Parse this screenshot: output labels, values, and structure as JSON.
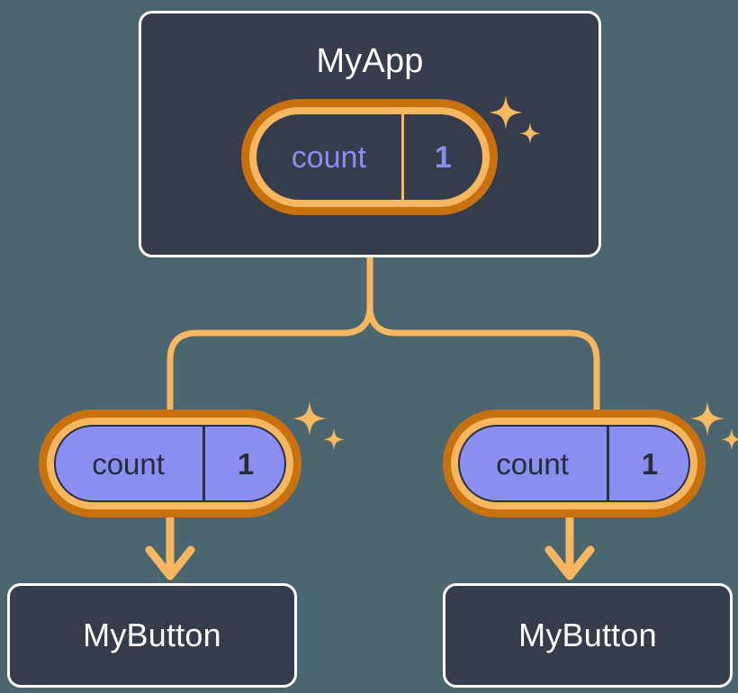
{
  "diagram": {
    "title_text": "MyApp",
    "background_color": "#4c6670",
    "accent_orange": "#f6b760",
    "accent_orange_dark": "#c9700f",
    "accent_purple": "#8b8df0",
    "card_fill": "#353c4b",
    "card_border": "#ffffff",
    "text_dark": "#262b38"
  },
  "parent": {
    "card_label": "MyApp",
    "state": {
      "key": "count",
      "value": "1"
    },
    "sparkle_name": "sparkle-icon"
  },
  "children": [
    {
      "state": {
        "key": "count",
        "value": "1"
      },
      "card_label": "MyButton",
      "sparkle_name": "sparkle-icon"
    },
    {
      "state": {
        "key": "count",
        "value": "1"
      },
      "card_label": "MyButton",
      "sparkle_name": "sparkle-icon"
    }
  ],
  "connectors": {
    "tree_color": "#f6b760",
    "arrow_color": "#f6b760",
    "stroke_width": 7
  }
}
